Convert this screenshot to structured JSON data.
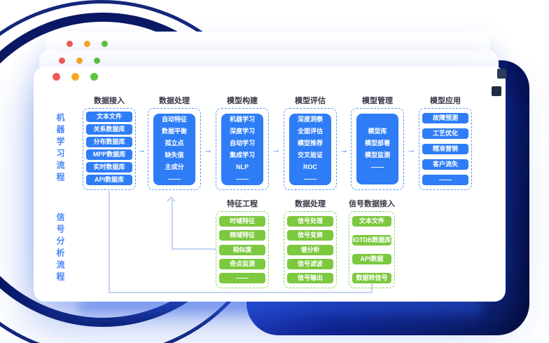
{
  "window": {
    "controls": {
      "close_color": "#f25a51",
      "minimize_color": "#f6a821",
      "zoom_color": "#5ec43e"
    }
  },
  "colors": {
    "node_blue": "#2e7df6",
    "node_green": "#7cc83f",
    "dashed_blue": "#5a97f7",
    "dashed_green": "#8bd455",
    "arrow_blue": "#4a86f4",
    "connector_line": "#c3d5f2",
    "backdrop_navy": "#0a1864"
  },
  "ml_flow": {
    "label": "机器学习流程",
    "arrow": "→",
    "columns": [
      {
        "title": "数据接入",
        "items": [
          "文本文件",
          "关系数据库",
          "分布数据库",
          "MPP数据库",
          "实时数据库",
          "API数据库"
        ]
      },
      {
        "title": "数据处理",
        "items": [
          "自动特征",
          "数据平衡",
          "孤立点",
          "缺失值",
          "主成分",
          "——"
        ]
      },
      {
        "title": "模型构建",
        "items": [
          "机器学习",
          "深度学习",
          "自动学习",
          "集成学习",
          "NLP",
          "——"
        ]
      },
      {
        "title": "模型评估",
        "items": [
          "深度洞察",
          "全面评估",
          "模型推荐",
          "交叉验证",
          "ROC",
          "——"
        ]
      },
      {
        "title": "模型管理",
        "items": [
          "模型库",
          "模型部署",
          "模型监测",
          "——"
        ]
      },
      {
        "title": "模型应用",
        "items": [
          "故障预测",
          "工艺优化",
          "精准营销",
          "客户流失",
          "——"
        ]
      }
    ]
  },
  "signal_flow": {
    "label": "信号分析流程",
    "columns": [
      {
        "title": "特征工程",
        "items": [
          "时域特征",
          "频域特征",
          "相似度",
          "奇点监测",
          "——"
        ]
      },
      {
        "title": "数据处理",
        "items": [
          "信号处理",
          "信号变换",
          "谱分析",
          "信号滤波",
          "信号输出"
        ]
      },
      {
        "title": "信号数据接入",
        "items": [
          "文本文件",
          "IOTDB数据库",
          "API数据",
          "数据转信号"
        ]
      }
    ]
  }
}
